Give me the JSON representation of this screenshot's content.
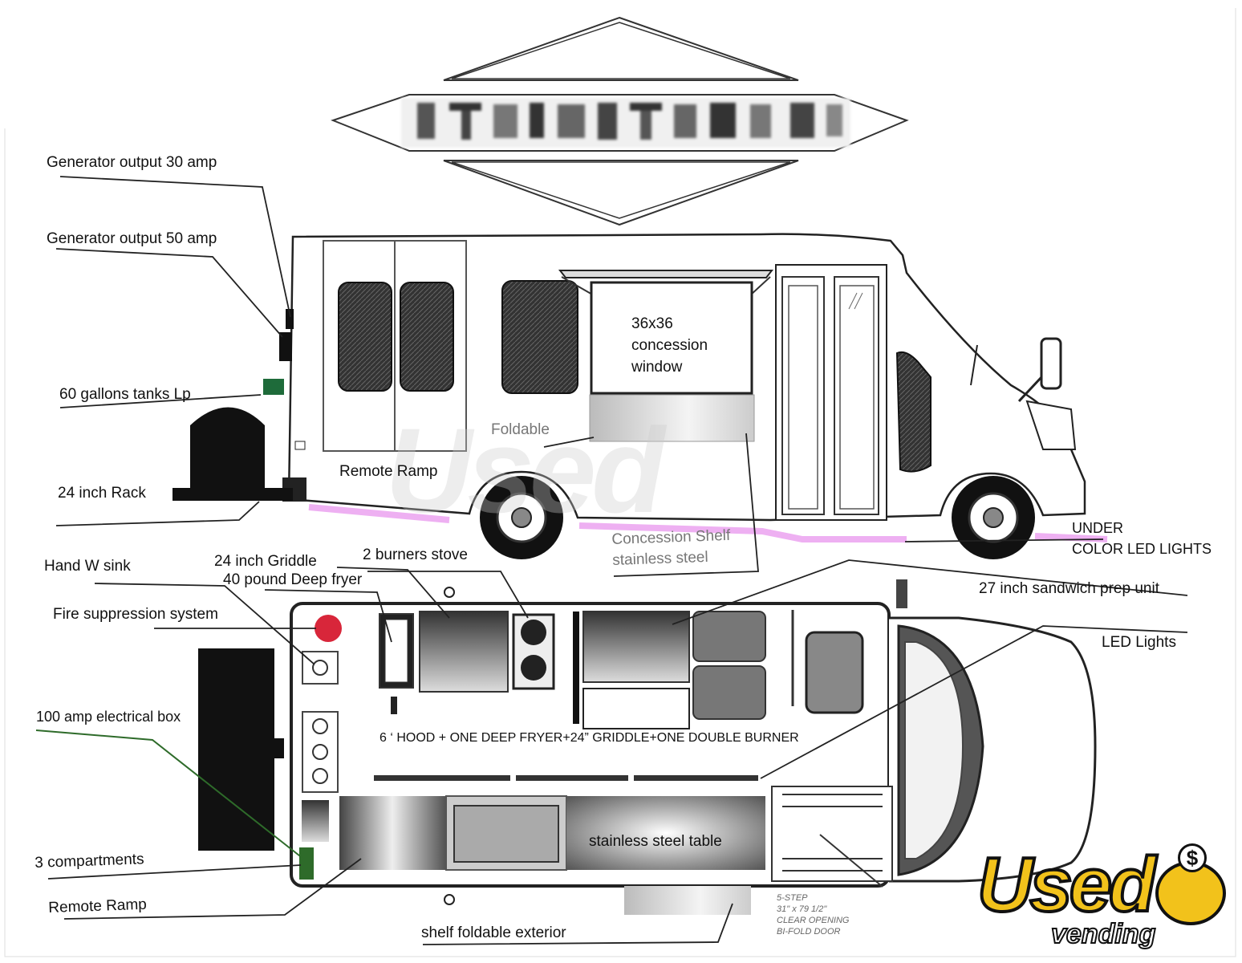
{
  "labels": {
    "generator_30": "Generator output 30 amp",
    "generator_50": "Generator output 50 amp",
    "tanks_lp": "60 gallons tanks Lp",
    "rack_24": "24 inch Rack",
    "foldable": "Foldable",
    "remote_ramp_top": "Remote Ramp",
    "concession_window": "36x36\nconcession\nwindow",
    "concession_shelf": "Concession Shelf\nstainless steel",
    "under_led": "UNDER\nCOLOR LED LIGHTS",
    "sandwich_prep": "27 inch sandwich prep unit",
    "hand_sink": "Hand W sink",
    "griddle_24": "24 inch Griddle",
    "deep_fryer_40": "40 pound Deep fryer",
    "burners_stove": "2 burners stove",
    "fire_suppression": "Fire suppression system",
    "led_lights": "LED Lights",
    "electrical_box": "100 amp electrical box",
    "hood_text": "6 ‘ HOOD + ONE DEEP FRYER+24” GRIDDLE+ONE DOUBLE BURNER",
    "stainless_table": "stainless steel table",
    "three_compartments": "3 compartments",
    "remote_ramp_bottom": "Remote Ramp",
    "shelf_foldable": "shelf foldable exterior",
    "step_note": "5-STEP\n31\" x 79 1/2\"\nCLEAR OPENING\nBI-FOLD DOOR"
  },
  "logo": {
    "brand": "Used",
    "sub": "vending",
    "coin_symbol": "$"
  },
  "colors": {
    "led_glow": "#e070e8",
    "fire_red": "#d8263a",
    "green_box": "#2e6b2a",
    "logo_yellow": "#f2c21b"
  }
}
